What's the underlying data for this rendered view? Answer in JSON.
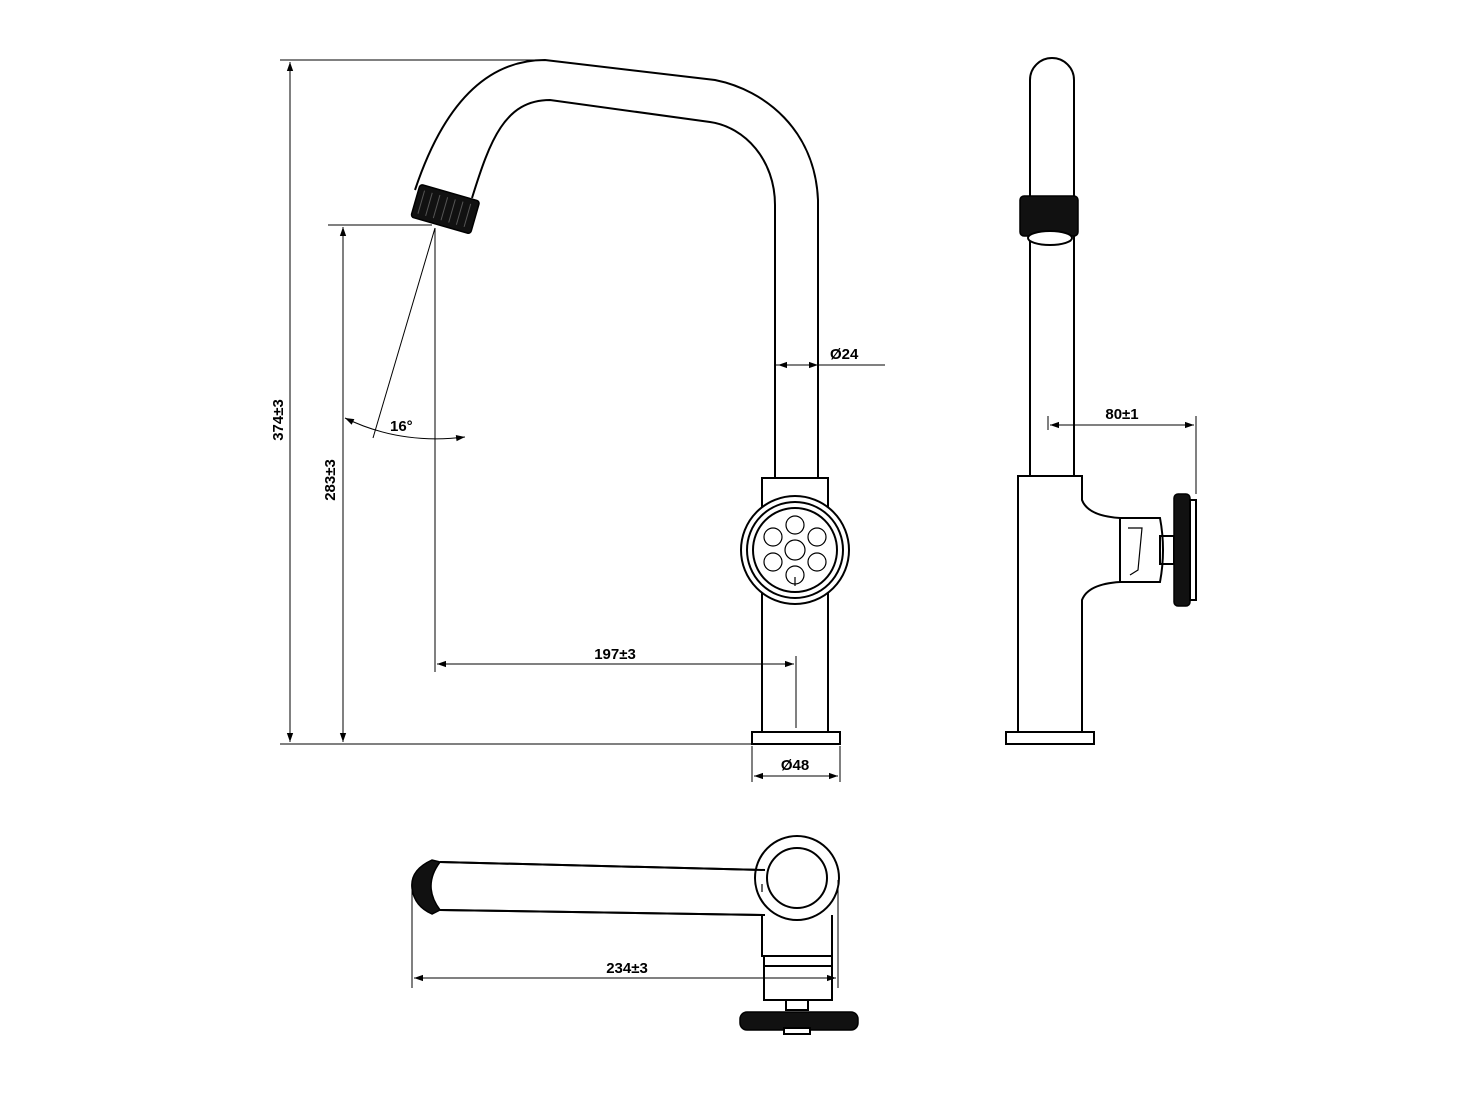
{
  "dimensions": {
    "height_total": "374±3",
    "height_outlet": "283±3",
    "angle": "16°",
    "spout_diameter": "Ø24",
    "reach": "197±3",
    "base_diameter": "Ø48",
    "handle_offset": "80±1",
    "spout_length": "234±3"
  }
}
